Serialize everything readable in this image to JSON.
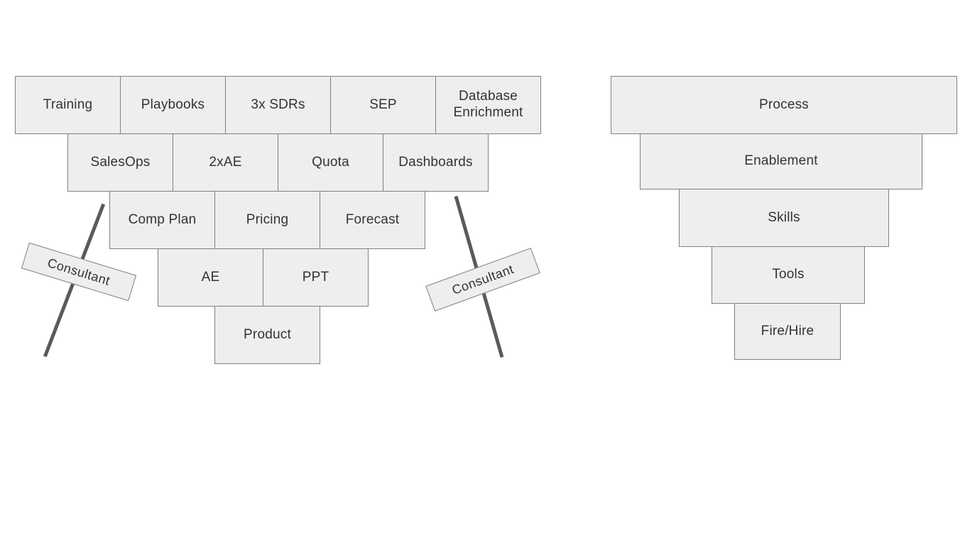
{
  "left_pyramid": {
    "row1": [
      "Training",
      "Playbooks",
      "3x SDRs",
      "SEP",
      "Database\nEnrichment"
    ],
    "row2": [
      "SalesOps",
      "2xAE",
      "Quota",
      "Dashboards"
    ],
    "row3": [
      "Comp Plan",
      "Pricing",
      "Forecast"
    ],
    "row4": [
      "AE",
      "PPT"
    ],
    "row5": [
      "Product"
    ]
  },
  "consultant_signs": {
    "left": "Consultant",
    "right": "Consultant"
  },
  "right_funnel": {
    "levels": [
      "Process",
      "Enablement",
      "Skills",
      "Tools",
      "Fire/Hire"
    ]
  },
  "colors": {
    "box_fill": "#eeeeee",
    "box_border": "#808080",
    "pole": "#5a5a5a",
    "text": "#333333"
  }
}
